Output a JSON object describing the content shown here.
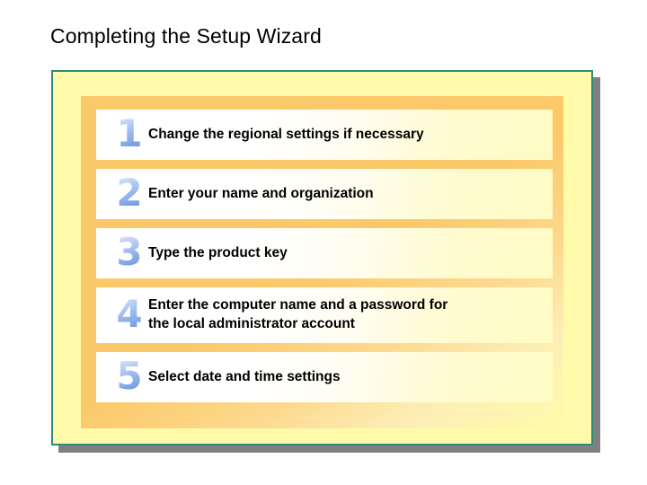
{
  "page": {
    "title": "Completing the Setup Wizard",
    "background_color": "#ffffff"
  },
  "theme": {
    "panel_border_color": "#2e8b7a",
    "panel_fill_color": "#fffbaa",
    "inner_frame_color": "#fbc96a",
    "shadow_color": "#808080",
    "card_fill_start": "#ffffff",
    "card_fill_end": "#fffbc4",
    "number_gradient_start": "#e8f0fc",
    "number_gradient_end": "#6b93d6",
    "text_color": "#000000"
  },
  "steps": [
    {
      "number": "1",
      "lines": [
        "Change the regional settings if necessary"
      ]
    },
    {
      "number": "2",
      "lines": [
        "Enter your name and organization"
      ]
    },
    {
      "number": "3",
      "lines": [
        "Type the product key"
      ]
    },
    {
      "number": "4",
      "lines": [
        "Enter the computer name and a password for",
        "the local administrator account"
      ]
    },
    {
      "number": "5",
      "lines": [
        "Select date and time settings"
      ]
    }
  ]
}
